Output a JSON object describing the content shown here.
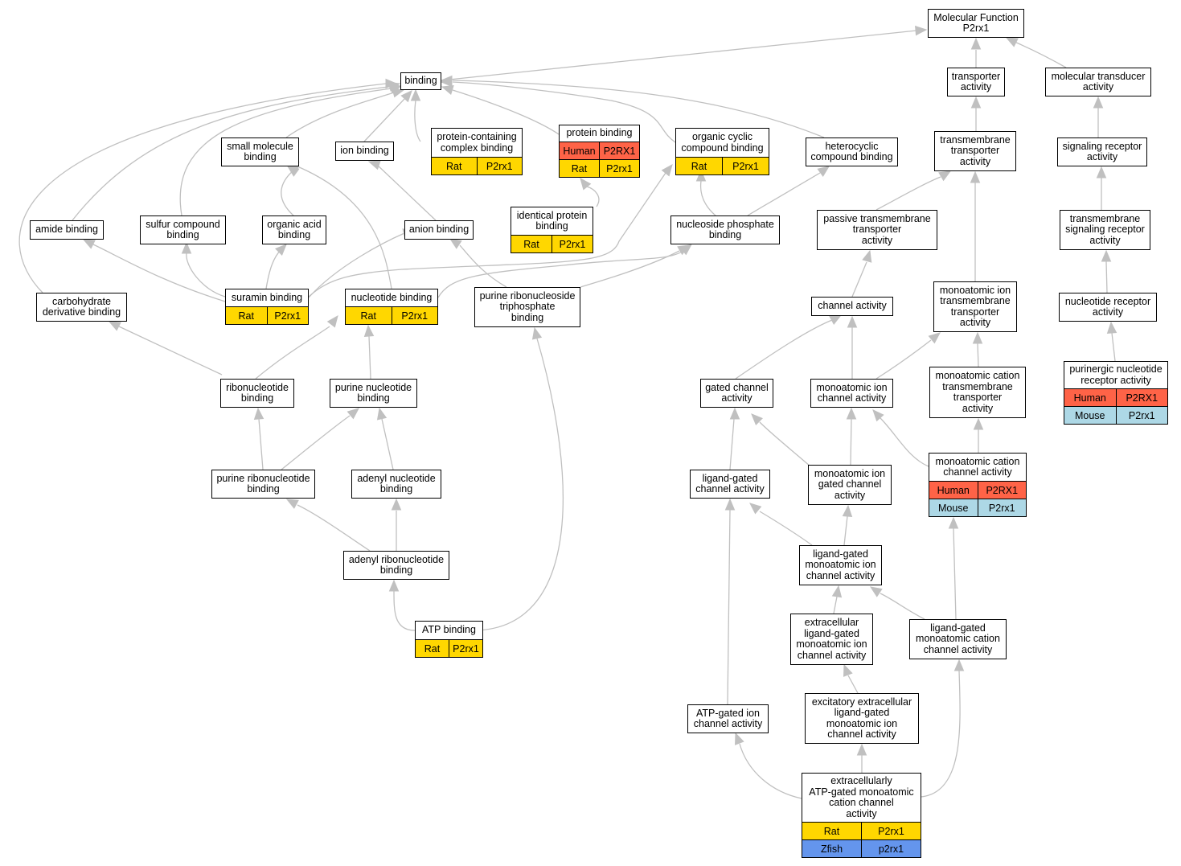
{
  "colors": {
    "edge": "#c0c0c0",
    "Rat": "#ffd700",
    "Human": "#ff6347",
    "Mouse": "#add8e6",
    "Zfish": "#6495ed"
  },
  "nodes": {
    "mf": {
      "label": "Molecular Function\nP2rx1"
    },
    "binding": {
      "label": "binding"
    },
    "tact": {
      "label": "transporter\nactivity"
    },
    "mtrans": {
      "label": "molecular transducer\nactivity"
    },
    "smb": {
      "label": "small molecule\nbinding"
    },
    "ionb": {
      "label": "ion binding"
    },
    "pccb": {
      "label": "protein-containing\ncomplex binding",
      "rows": [
        [
          "Rat",
          "P2rx1"
        ]
      ]
    },
    "protb": {
      "label": "protein binding",
      "rows": [
        [
          "Human",
          "P2RX1"
        ],
        [
          "Rat",
          "P2rx1"
        ]
      ]
    },
    "occb": {
      "label": "organic cyclic\ncompound binding",
      "rows": [
        [
          "Rat",
          "P2rx1"
        ]
      ]
    },
    "hcb": {
      "label": "heterocyclic\ncompound binding"
    },
    "tmta": {
      "label": "transmembrane\ntransporter\nactivity"
    },
    "sra": {
      "label": "signaling receptor\nactivity"
    },
    "idpb": {
      "label": "identical protein\nbinding",
      "rows": [
        [
          "Rat",
          "P2rx1"
        ]
      ]
    },
    "amideb": {
      "label": "amide binding"
    },
    "sulfb": {
      "label": "sulfur compound\nbinding"
    },
    "oab": {
      "label": "organic acid\nbinding"
    },
    "anionb": {
      "label": "anion binding"
    },
    "npb": {
      "label": "nucleoside phosphate\nbinding"
    },
    "ptta": {
      "label": "passive transmembrane\ntransporter\nactivity"
    },
    "tmsra": {
      "label": "transmembrane\nsignaling receptor\nactivity"
    },
    "carbb": {
      "label": "carbohydrate\nderivative binding"
    },
    "suraminb": {
      "label": "suramin binding",
      "rows": [
        [
          "Rat",
          "P2rx1"
        ]
      ]
    },
    "nucb": {
      "label": "nucleotide binding",
      "rows": [
        [
          "Rat",
          "P2rx1"
        ]
      ]
    },
    "prntpb": {
      "label": "purine ribonucleoside\ntriphosphate\nbinding"
    },
    "chana": {
      "label": "channel activity"
    },
    "mitta": {
      "label": "monoatomic ion\ntransmembrane\ntransporter\nactivity"
    },
    "nra": {
      "label": "nucleotide receptor\nactivity"
    },
    "ribob": {
      "label": "ribonucleotide\nbinding"
    },
    "purnb": {
      "label": "purine nucleotide\nbinding"
    },
    "gca": {
      "label": "gated channel\nactivity"
    },
    "mica": {
      "label": "monoatomic ion\nchannel activity"
    },
    "mctta": {
      "label": "monoatomic cation\ntransmembrane\ntransporter\nactivity"
    },
    "pnra": {
      "label": "purinergic nucleotide\nreceptor activity",
      "rows": [
        [
          "Human",
          "P2RX1"
        ],
        [
          "Mouse",
          "P2rx1"
        ]
      ]
    },
    "prnb": {
      "label": "purine ribonucleotide\nbinding"
    },
    "adenb": {
      "label": "adenyl nucleotide\nbinding"
    },
    "lgca": {
      "label": "ligand-gated\nchannel activity"
    },
    "migca": {
      "label": "monoatomic ion\ngated channel\nactivity"
    },
    "mcca": {
      "label": "monoatomic cation\nchannel activity",
      "rows": [
        [
          "Human",
          "P2RX1"
        ],
        [
          "Mouse",
          "P2rx1"
        ]
      ]
    },
    "arnb": {
      "label": "adenyl ribonucleotide\nbinding"
    },
    "lgmica": {
      "label": "ligand-gated\nmonoatomic ion\nchannel activity"
    },
    "atpb": {
      "label": "ATP binding",
      "rows": [
        [
          "Rat",
          "P2rx1"
        ]
      ]
    },
    "elgmica": {
      "label": "extracellular\nligand-gated\nmonoatomic ion\nchannel activity"
    },
    "lgmcca": {
      "label": "ligand-gated\nmonoatomic cation\nchannel activity"
    },
    "atpgica": {
      "label": "ATP-gated ion\nchannel activity"
    },
    "eelgmica": {
      "label": "excitatory extracellular\nligand-gated\nmonoatomic ion\nchannel activity"
    },
    "eatpgmcca": {
      "label": "extracellularly\nATP-gated monoatomic\ncation channel\nactivity",
      "rows": [
        [
          "Rat",
          "P2rx1"
        ],
        [
          "Zfish",
          "p2rx1"
        ]
      ]
    }
  }
}
